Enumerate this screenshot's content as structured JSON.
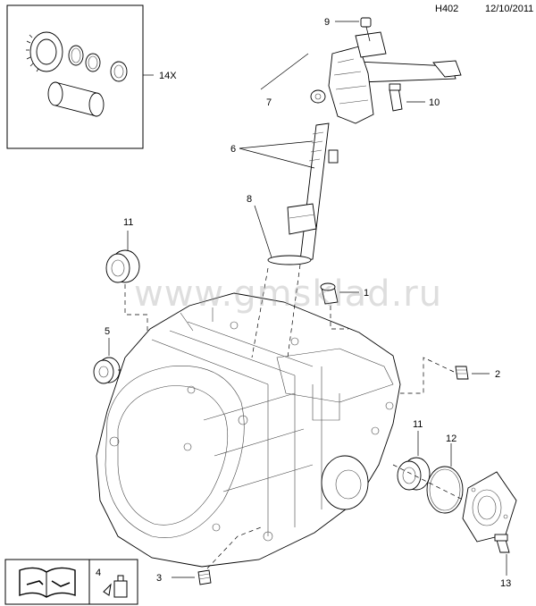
{
  "header": {
    "code": "H402",
    "date": "12/10/2011"
  },
  "watermark": "www.gmsklad.ru",
  "callouts": {
    "c1": "1",
    "c2": "2",
    "c3": "3",
    "c4": "4",
    "c5": "5",
    "c6": "6",
    "c7": "7",
    "c8": "8",
    "c9": "9",
    "c10": "10",
    "c11a": "11",
    "c11b": "11",
    "c12": "12",
    "c13": "13",
    "kit": "14X"
  }
}
